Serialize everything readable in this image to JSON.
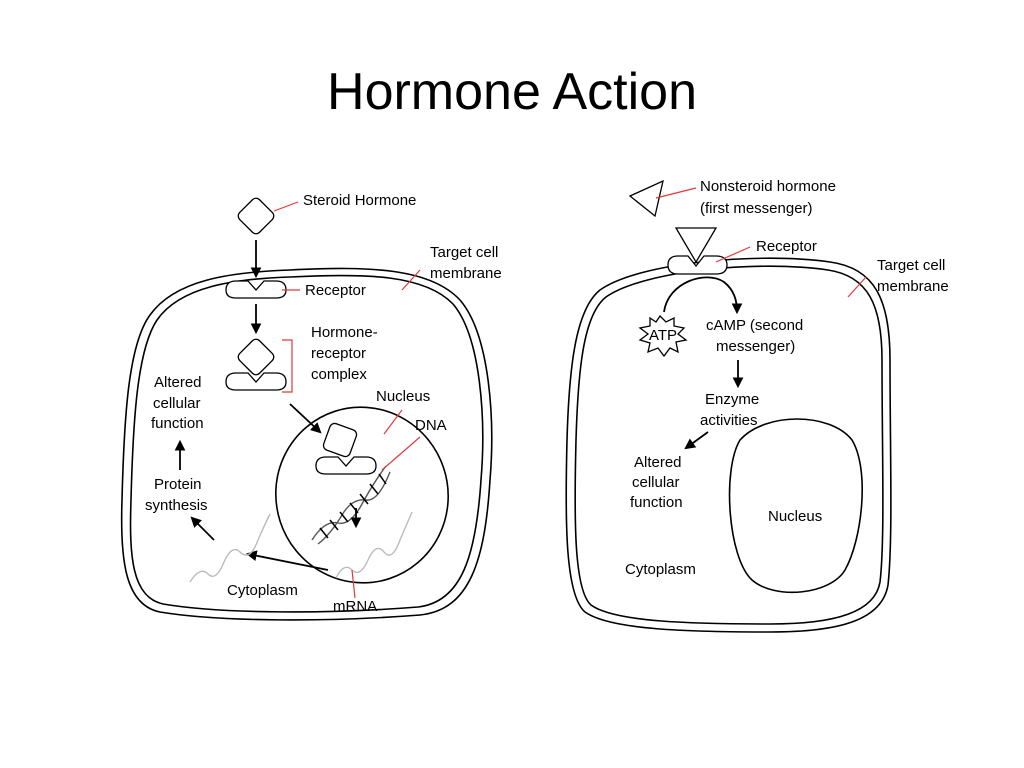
{
  "title": "Hormone Action",
  "left_cell": {
    "steroid_hormone": "Steroid Hormone",
    "receptor": "Receptor",
    "target_membrane_1": "Target cell",
    "target_membrane_2": "membrane",
    "complex_1": "Hormone-",
    "complex_2": "receptor",
    "complex_3": "complex",
    "nucleus": "Nucleus",
    "dna": "DNA",
    "altered_1": "Altered",
    "altered_2": "cellular",
    "altered_3": "function",
    "protein_1": "Protein",
    "protein_2": "synthesis",
    "cytoplasm": "Cytoplasm",
    "mrna": "mRNA"
  },
  "right_cell": {
    "nonsteroid_1": "Nonsteroid hormone",
    "nonsteroid_2": "(first messenger)",
    "receptor": "Receptor",
    "target_membrane_1": "Target cell",
    "target_membrane_2": "membrane",
    "atp": "ATP",
    "camp_1": "cAMP (second",
    "camp_2": "messenger)",
    "enzyme_1": "Enzyme",
    "enzyme_2": "activities",
    "altered_1": "Altered",
    "altered_2": "cellular",
    "altered_3": "function",
    "nucleus": "Nucleus",
    "cytoplasm": "Cytoplasm"
  },
  "colors": {
    "leader": "#e23a3a",
    "outline": "#000000"
  }
}
